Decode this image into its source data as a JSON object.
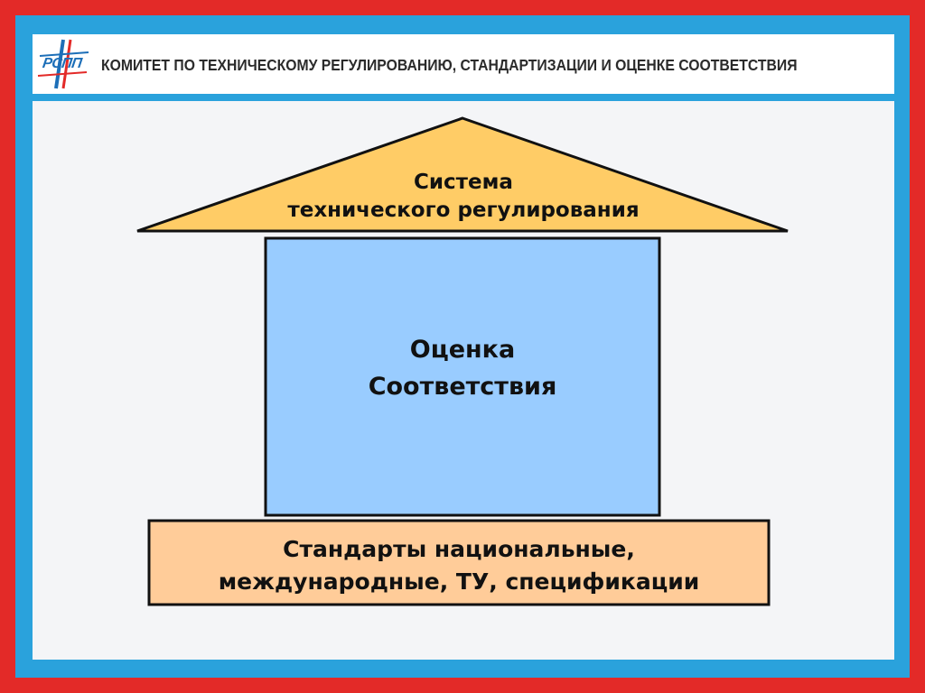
{
  "header": {
    "logo_label": "РСПП",
    "title": "КОМИТЕТ ПО ТЕХНИЧЕСКОМУ РЕГУЛИРОВАНИЮ, СТАНДАРТИЗАЦИИ И ОЦЕНКЕ СООТВЕТСТВИЯ"
  },
  "diagram": {
    "roof": {
      "line1": "Система",
      "line2": "технического регулирования",
      "color": "#ffcc66"
    },
    "body": {
      "line1": "Оценка",
      "line2": "Соответствия",
      "color": "#99ccff"
    },
    "base": {
      "line1": "Стандарты национальные,",
      "line2": "международные, ТУ, спецификации",
      "color": "#ffcc99"
    }
  },
  "colors": {
    "outer_frame": "#e32a28",
    "inner_frame": "#2aa2dc",
    "panel": "#f4f5f7"
  }
}
